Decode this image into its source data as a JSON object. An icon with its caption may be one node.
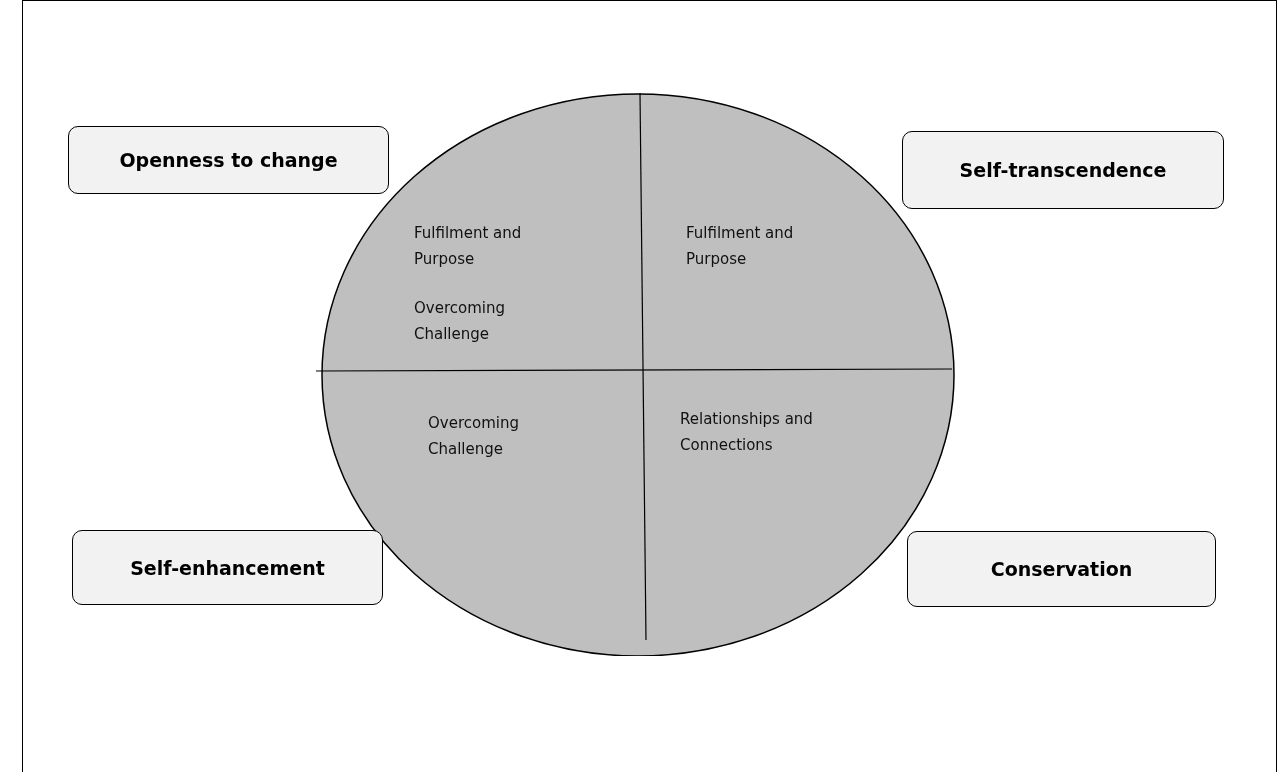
{
  "diagram": {
    "nodes": [
      {
        "text": [
          "Fulfilment and Purpose",
          "Overcoming Challenge",
          "Fulfilment and Purpose",
          "Overcoming Challenge",
          "Relationships and Connections"
        ]
      },
      {
        "text": [
          "Openness to change"
        ]
      },
      {
        "text": [
          "Self-transcendence"
        ]
      },
      {
        "text": [
          "Self-enhancement"
        ]
      },
      {
        "text": [
          "Conservation"
        ]
      }
    ]
  }
}
